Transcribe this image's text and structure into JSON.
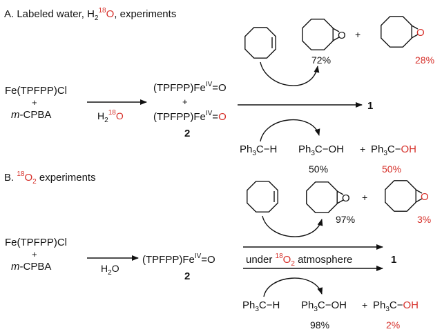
{
  "colors": {
    "text": "#111111",
    "label": "#d6302a"
  },
  "icons": [
    "cyclooctene-ring",
    "cyclooctene-oxide-ring",
    "reaction-arrow",
    "curved-arrow"
  ],
  "partA": {
    "title_pre": "A. Labeled water, H",
    "title_sub": "2",
    "title_sup": "18",
    "title_o": "O",
    "title_post": ", experiments",
    "reagent1": "Fe(TPFPP)Cl",
    "plus": "+",
    "reagent2_pre": "m",
    "reagent2_post": "-CPBA",
    "arrow_h": "H",
    "arrow_sub": "2",
    "arrow_sup": "18",
    "arrow_o": "O",
    "int1_pre": "(TPFPP)Fe",
    "int1_sup": "IV",
    "int1_post": "=O",
    "int2_pre": "(TPFPP)Fe",
    "int2_sup": "IV",
    "int2_eq": "=",
    "int2_o": "O",
    "compound_num": "2",
    "product_num": "1",
    "epoxide_o": "O",
    "epoxide_pct": "72%",
    "epoxide_label_o": "O",
    "epoxide_label_pct": "28%",
    "substrate_ph": "Ph",
    "substrate_sub": "3",
    "substrate_post": "C−H",
    "alcohol_ph": "Ph",
    "alcohol_sub": "3",
    "alcohol_post": "C−OH",
    "alcohol_pct": "50%",
    "alcohol_label_ph": "Ph",
    "alcohol_label_sub": "3",
    "alcohol_label_c": "C−",
    "alcohol_label_oh": "OH",
    "alcohol_label_pct": "50%"
  },
  "partB": {
    "title_pre": "B. ",
    "title_sup": "18",
    "title_o": "O",
    "title_sub": "2",
    "title_post": " experiments",
    "reagent1": "Fe(TPFPP)Cl",
    "plus": "+",
    "reagent2_pre": "m",
    "reagent2_post": "-CPBA",
    "arrow_h": "H",
    "arrow_sub": "2",
    "arrow_o": "O",
    "int_pre": "(TPFPP)Fe",
    "int_sup": "IV",
    "int_post": "=O",
    "compound_num": "2",
    "atm_pre": "under ",
    "atm_sup": "18",
    "atm_o": "O",
    "atm_sub": "2",
    "atm_post": " atmosphere",
    "product_num": "1",
    "epoxide_o": "O",
    "epoxide_pct": "97%",
    "epoxide_label_o": "O",
    "epoxide_label_pct": "3%",
    "substrate_ph": "Ph",
    "substrate_sub": "3",
    "substrate_post": "C−H",
    "alcohol_ph": "Ph",
    "alcohol_sub": "3",
    "alcohol_post": "C−OH",
    "alcohol_pct": "98%",
    "alcohol_label_ph": "Ph",
    "alcohol_label_sub": "3",
    "alcohol_label_c": "C−",
    "alcohol_label_oh": "OH",
    "alcohol_label_pct": "2%"
  }
}
